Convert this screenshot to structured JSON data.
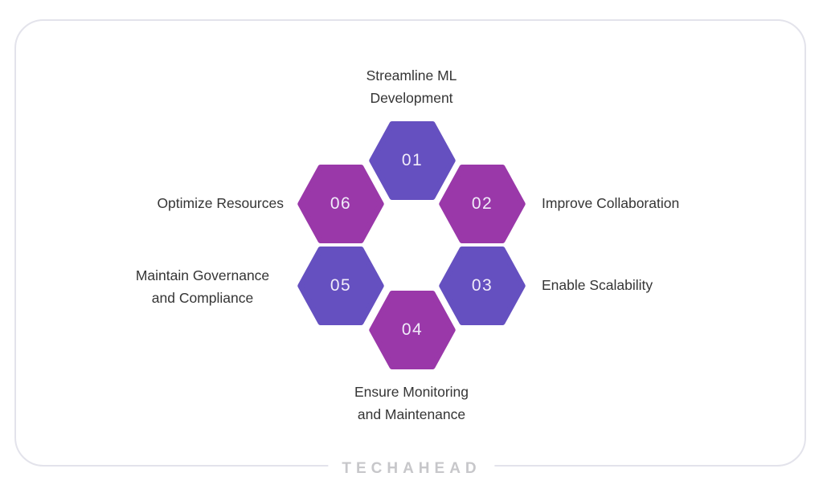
{
  "colors": {
    "indigo": "#6550c0",
    "magenta": "#9a38a9",
    "label_text": "#353535",
    "number_text": "#f1ecfa",
    "card_border": "#e3e3eb",
    "logo_text": "#c7c7ca"
  },
  "hexagons": [
    {
      "number": "01",
      "color": "#6550c0",
      "label": "Streamline ML Development"
    },
    {
      "number": "02",
      "color": "#9a38a9",
      "label": "Improve Collaboration"
    },
    {
      "number": "03",
      "color": "#6550c0",
      "label": "Enable Scalability"
    },
    {
      "number": "04",
      "color": "#9a38a9",
      "label": "Ensure Monitoring and Maintenance"
    },
    {
      "number": "05",
      "color": "#6550c0",
      "label": "Maintain Governance and Compliance"
    },
    {
      "number": "06",
      "color": "#9a38a9",
      "label": "Optimize Resources"
    }
  ],
  "labels": {
    "top": {
      "line1": "Streamline ML",
      "line2": "Development"
    },
    "right_top": {
      "line1": "Improve Collaboration"
    },
    "right_bottom": {
      "line1": "Enable Scalability"
    },
    "bottom": {
      "line1": "Ensure Monitoring",
      "line2": "and Maintenance"
    },
    "left_bottom": {
      "line1": "Maintain Governance",
      "line2": "and Compliance"
    },
    "left_top": {
      "line1": "Optimize Resources"
    }
  },
  "footer": {
    "brand": "TECHAHEAD"
  }
}
